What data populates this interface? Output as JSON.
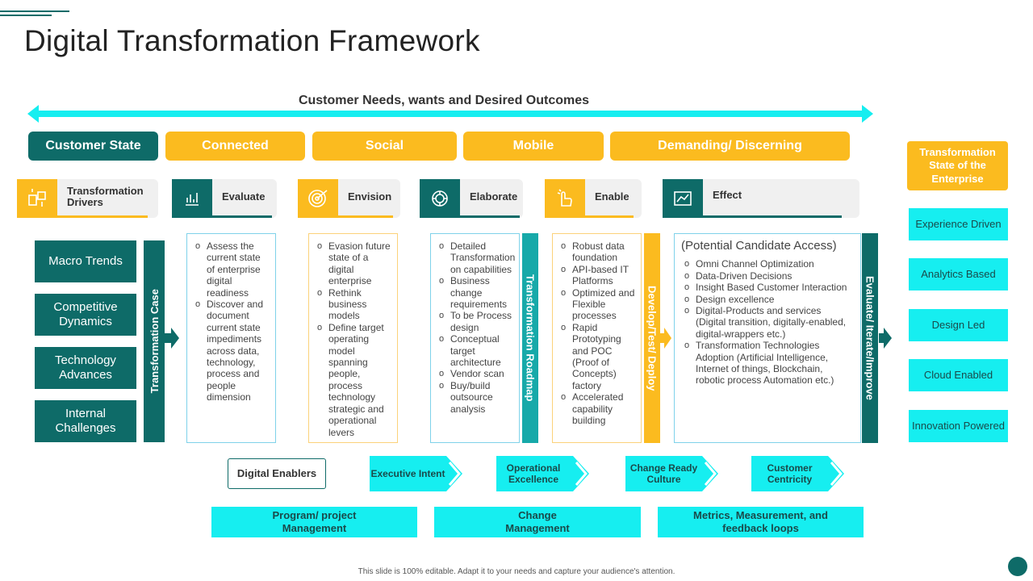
{
  "title": "Digital Transformation Framework",
  "arrow_label": "Customer Needs, wants and Desired Outcomes",
  "pills": [
    "Customer State",
    "Connected",
    "Social",
    "Mobile",
    "Demanding/ Discerning"
  ],
  "stages": [
    {
      "label": "Transformation Drivers",
      "icon": "drivers-icon"
    },
    {
      "label": "Evaluate",
      "icon": "evaluate-icon"
    },
    {
      "label": "Envision",
      "icon": "target-icon"
    },
    {
      "label": "Elaborate",
      "icon": "elaborate-icon"
    },
    {
      "label": "Enable",
      "icon": "hand-pointer-icon"
    },
    {
      "label": "Effect",
      "icon": "chart-icon"
    }
  ],
  "drivers": [
    "Macro Trends",
    "Competitive Dynamics",
    "Technology Advances",
    "Internal Challenges"
  ],
  "vertical_bars": [
    "Transformation Case",
    "Transformation Roadmap",
    "Develop/Test/ Deploy",
    "Evaluate/ Iterate/Improve"
  ],
  "columns": {
    "evaluate": [
      "Assess the current state of enterprise digital readiness",
      "Discover and document current state impediments across data, technology, process and people dimension"
    ],
    "envision": [
      "Evasion future state of a digital enterprise",
      "Rethink business models",
      "Define target operating model spanning people, process technology strategic and operational levers"
    ],
    "elaborate": [
      "Detailed Transformation on capabilities",
      "Business change requirements",
      "To be Process design",
      "Conceptual target architecture",
      "Vendor scan",
      "Buy/build outsource analysis"
    ],
    "enable": [
      "Robust data foundation",
      "API-based IT Platforms",
      "Optimized and Flexible processes",
      "Rapid Prototyping and POC (Proof of Concepts) factory",
      "Accelerated capability building"
    ],
    "effect_heading": "(Potential Candidate Access)",
    "effect": [
      "Omni Channel Optimization",
      "Data-Driven Decisions",
      "Insight Based Customer Interaction",
      "Design excellence",
      "Digital-Products and services (Digital transition, digitally-enabled, digital-wrappers etc.)",
      "Transformation Technologies Adoption (Artificial Intelligence, Internet of things, Blockchain, robotic process Automation etc.)"
    ]
  },
  "right": {
    "heading": "Transformation State of the Enterprise",
    "items": [
      "Experience Driven",
      "Analytics Based",
      "Design Led",
      "Cloud Enabled",
      "Innovation Powered"
    ]
  },
  "enablers": {
    "label": "Digital Enablers",
    "chevrons": [
      "Executive Intent",
      "Operational Excellence",
      "Change Ready Culture",
      "Customer Centricity"
    ]
  },
  "bottom_bars": [
    "Program/ project Management",
    "Change Management",
    "Metrics, Measurement, and feedback loops"
  ],
  "footer": "This slide is 100% editable. Adapt it to your needs and capture your audience's attention.",
  "colors": {
    "teal": "#0e6b68",
    "yellow": "#fbbb1f",
    "cyan": "#16eef0",
    "aqua_bar": "#17a9a9"
  }
}
